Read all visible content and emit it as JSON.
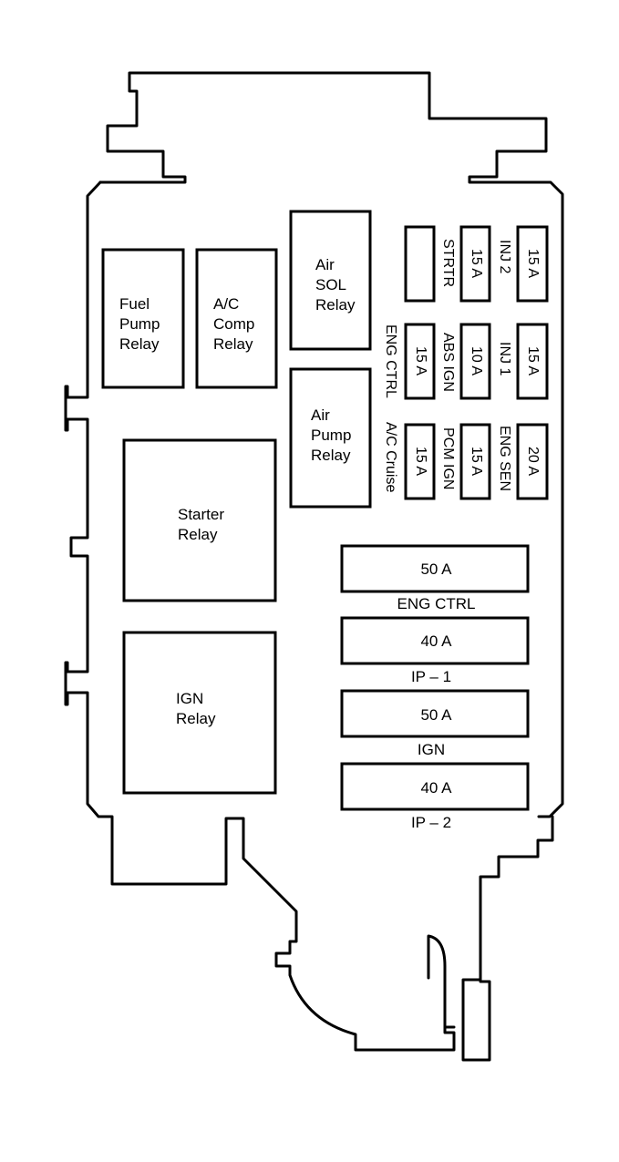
{
  "relays": {
    "fuel_pump": "Fuel\nPump\nRelay",
    "ac_comp": "A/C\nComp\nRelay",
    "air_sol": "Air\nSOL\nRelay",
    "air_pump": "Air\nPump\nRelay",
    "starter": "Starter\nRelay",
    "ign": "IGN\nRelay"
  },
  "fuses": {
    "r1c2": "15 A",
    "r1c3": "15 A",
    "r2c1": "15 A",
    "r2c2": "10 A",
    "r2c3": "15 A",
    "r3c1": "15 A",
    "r3c2": "15 A",
    "r3c3": "20 A"
  },
  "fuse_labels": {
    "strtr": "STRTR",
    "inj2": "INJ 2",
    "eng_ctrl": "ENG CTRL",
    "abs_ign": "ABS IGN",
    "inj1": "INJ 1",
    "ac_cruise": "A/C Cruise",
    "pcm_ign": "PCM IGN",
    "eng_sen": "ENG SEN"
  },
  "maxi_fuses": [
    {
      "amps": "50 A",
      "label": "ENG CTRL"
    },
    {
      "amps": "40 A",
      "label": "IP – 1"
    },
    {
      "amps": "50 A",
      "label": "IGN"
    },
    {
      "amps": "40 A",
      "label": "IP – 2"
    }
  ]
}
